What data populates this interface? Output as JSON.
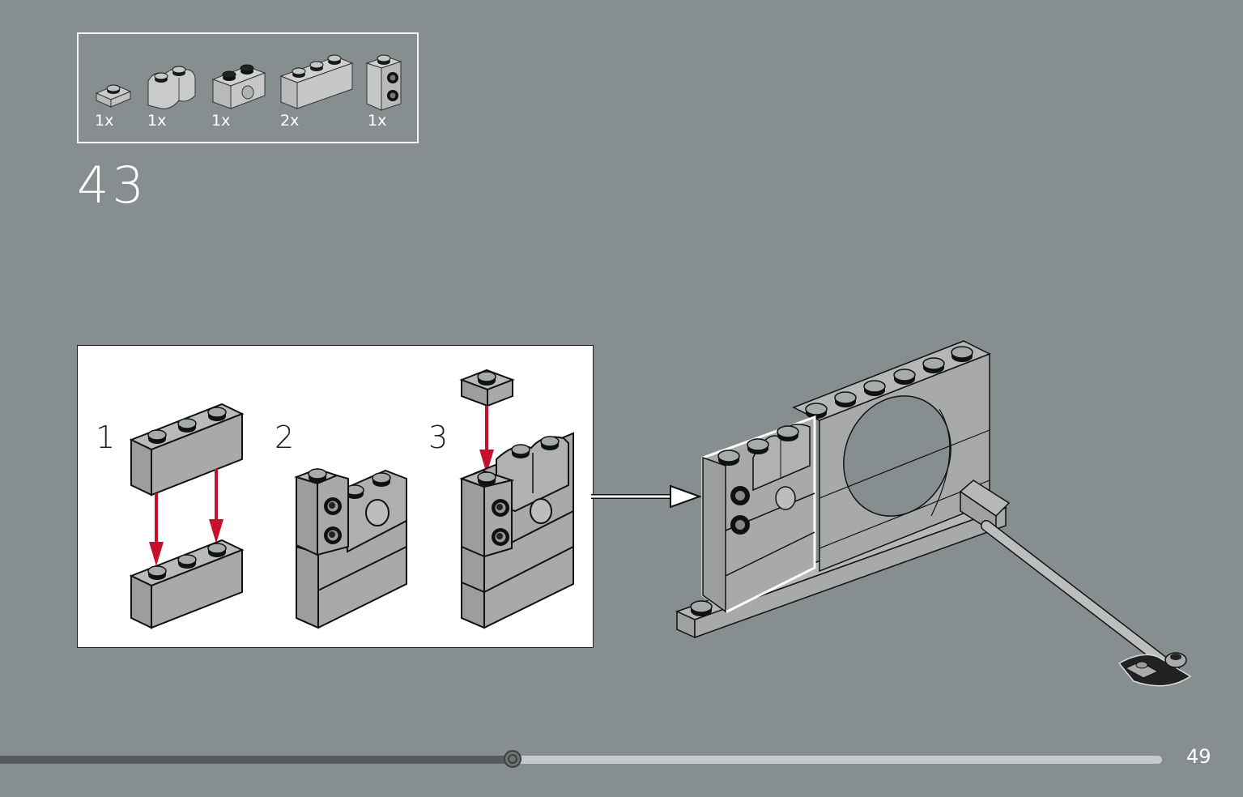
{
  "document": {
    "type": "building-instructions",
    "step_number": "43",
    "page_number": "49"
  },
  "parts_list": {
    "items": [
      {
        "name": "plate-1x1",
        "quantity": "1x"
      },
      {
        "name": "brick-1x2-rounded",
        "quantity": "1x"
      },
      {
        "name": "technic-brick-1x2-hole",
        "quantity": "1x"
      },
      {
        "name": "brick-1x3",
        "quantity": "2x"
      },
      {
        "name": "brick-1x1-side-studs",
        "quantity": "1x"
      }
    ]
  },
  "sub_assembly": {
    "steps": [
      {
        "label": "1"
      },
      {
        "label": "2"
      },
      {
        "label": "3"
      }
    ]
  },
  "progress": {
    "fraction": 0.441
  },
  "colors": {
    "background": "#878e8f",
    "brick": "#a6a9a9",
    "arrow_red": "#c8102e",
    "highlight": "#ffffff"
  }
}
